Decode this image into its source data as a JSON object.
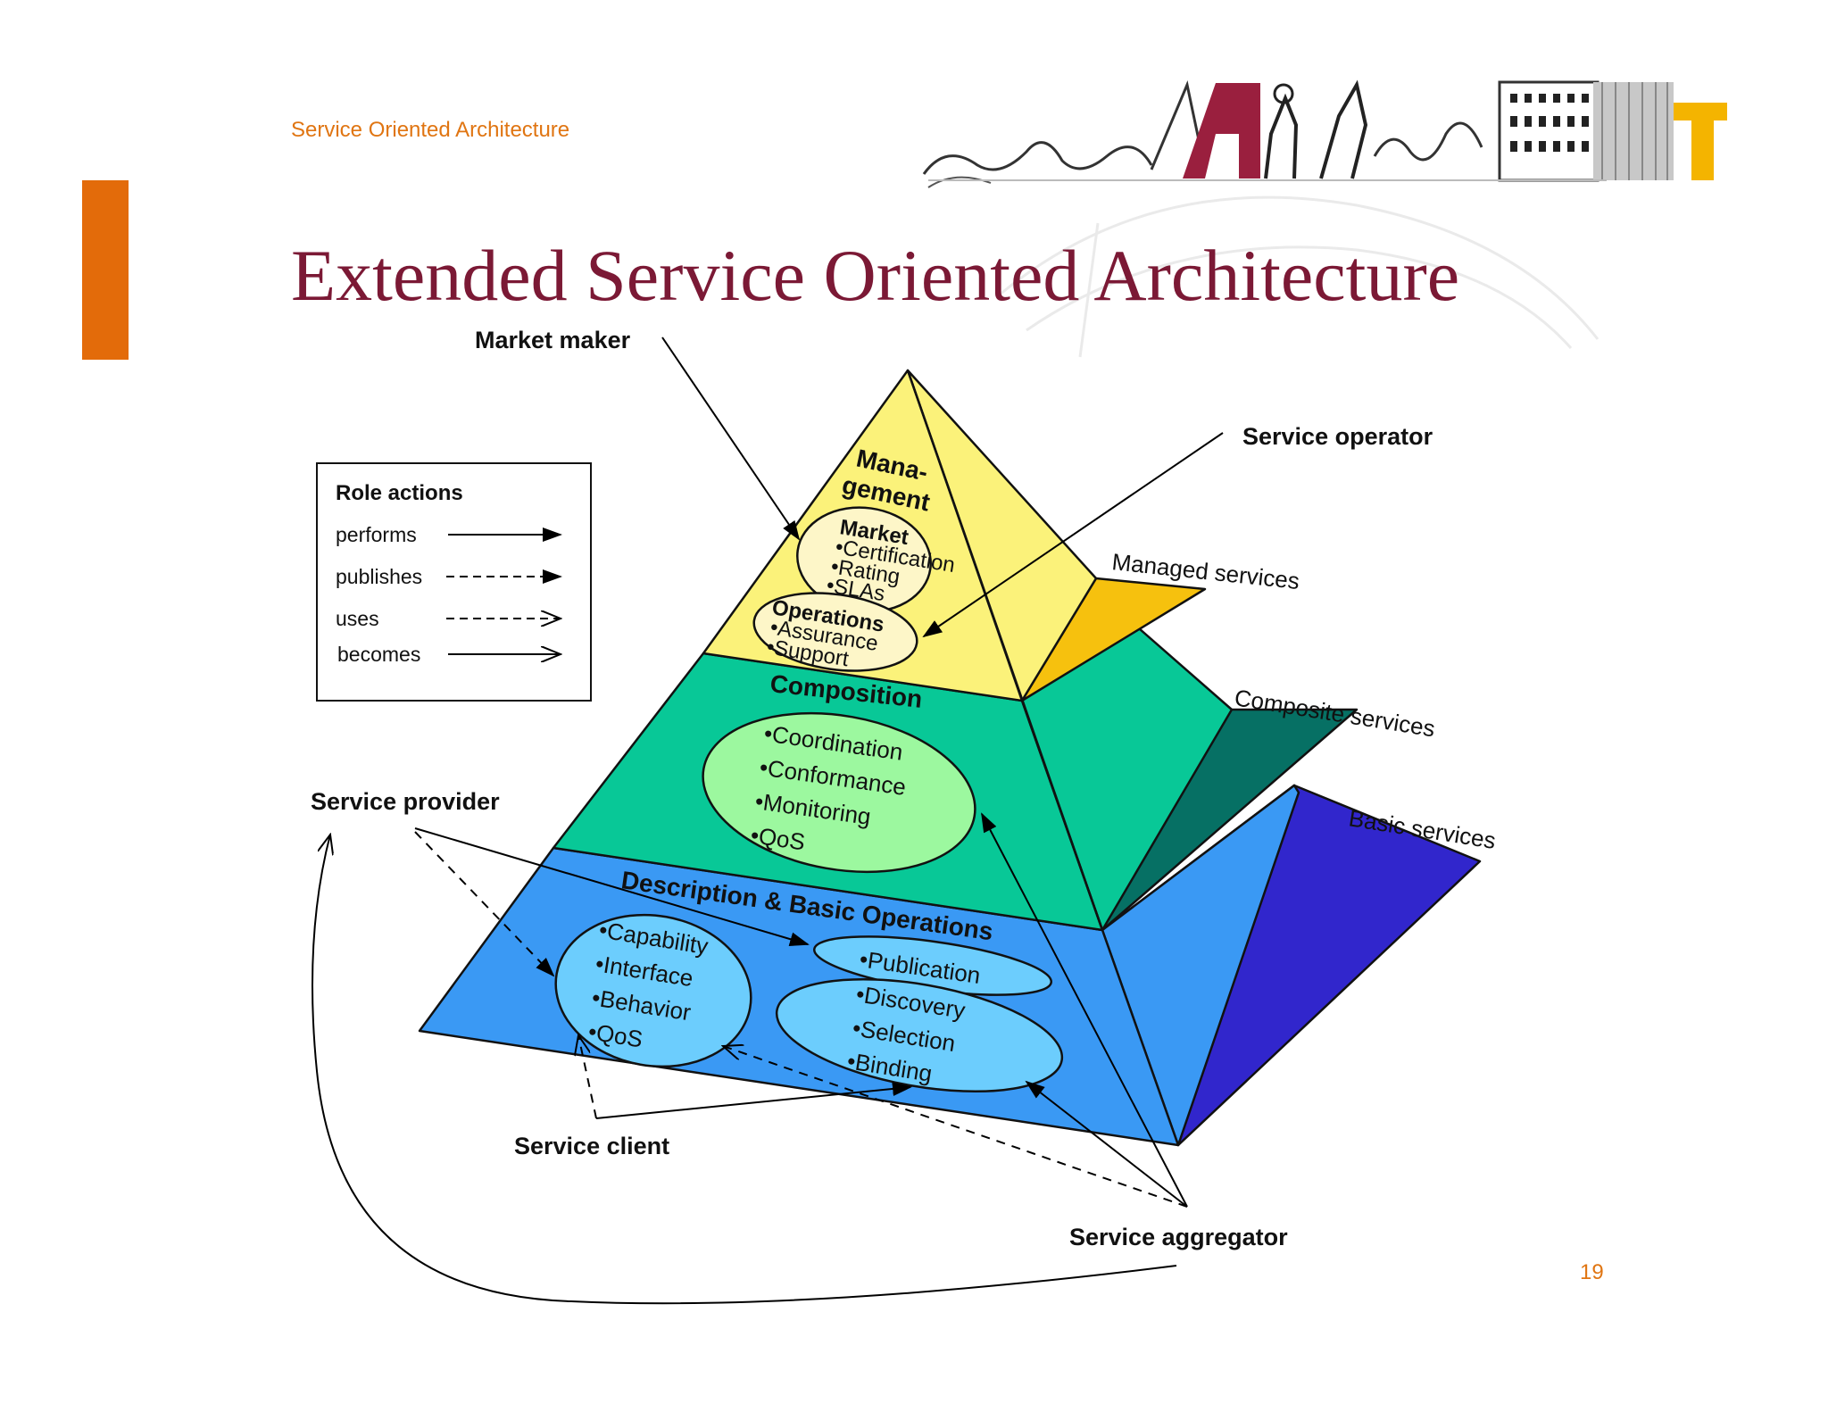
{
  "header": {
    "section_label": "Service Oriented Architecture",
    "logo_name": "university-logo-sketch"
  },
  "title": "Extended Service Oriented Architecture",
  "page_number": "19",
  "colors": {
    "accent_bar": "#e36b0a",
    "header_text": "#e07512",
    "title_text": "#7b1935",
    "management_layer": "#fbf27a",
    "composition_layer": "#08c897",
    "description_layer": "#3a99f4",
    "managed_services_side": "#f6c10e",
    "composite_services_side": "#067064",
    "basic_services_side": "#3126cc"
  },
  "diagram": {
    "layers": {
      "management": {
        "title": "Mana-",
        "title_line2": "gement",
        "market": {
          "title": "Market",
          "items": [
            "•Certification",
            "•Rating",
            "•SLAs"
          ]
        },
        "operations": {
          "title": "Operations",
          "items": [
            "•Assurance",
            "•Support"
          ]
        }
      },
      "composition": {
        "title": "Composition",
        "items": [
          "•Coordination",
          "•Conformance",
          "•Monitoring",
          "•QoS"
        ]
      },
      "description": {
        "title": "Description & Basic Operations",
        "left_items": [
          "•Capability",
          "•Interface",
          "•Behavior",
          "•QoS"
        ],
        "publication": "•Publication",
        "right_items": [
          "•Discovery",
          "•Selection",
          "•Binding"
        ]
      }
    },
    "service_tiers": [
      "Managed services",
      "Composite services",
      "Basic services"
    ],
    "roles": {
      "market_maker": "Market maker",
      "service_operator": "Service operator",
      "service_provider": "Service provider",
      "service_client": "Service client",
      "service_aggregator": "Service aggregator"
    },
    "legend": {
      "title": "Role actions",
      "items": [
        {
          "label": "performs",
          "line": "solid",
          "head": "filled"
        },
        {
          "label": "publishes",
          "line": "dashed",
          "head": "filled"
        },
        {
          "label": "uses",
          "line": "dashed",
          "head": "open"
        },
        {
          "label": "becomes",
          "line": "solid",
          "head": "open"
        }
      ]
    }
  }
}
